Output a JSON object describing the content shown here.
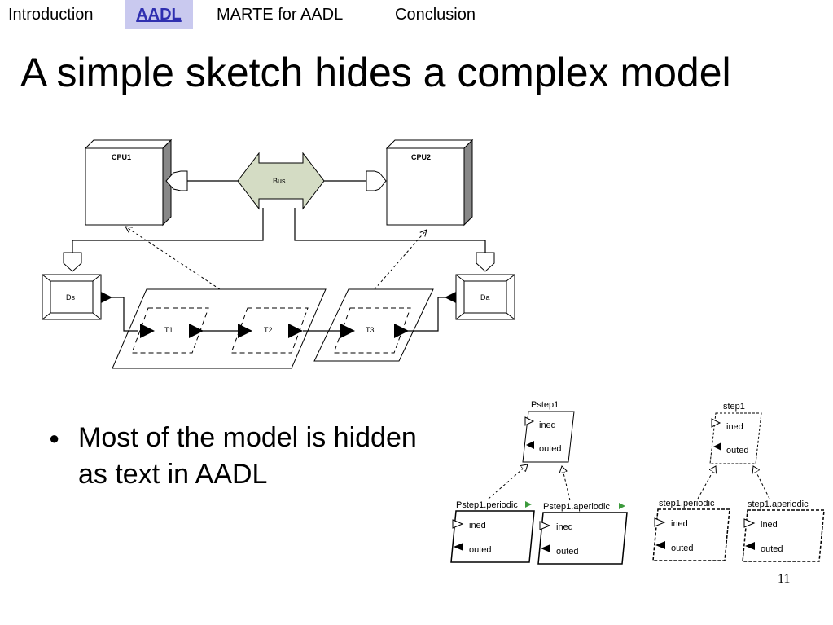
{
  "nav": {
    "items": [
      {
        "label": "Introduction"
      },
      {
        "label": "AADL"
      },
      {
        "label": "MARTE for AADL"
      },
      {
        "label": "Conclusion"
      }
    ],
    "active_index": 1
  },
  "slide": {
    "title": "A simple sketch hides a complex model",
    "bullet": "Most of the model is hidden as text in AADL",
    "page_number": "11"
  },
  "diagram": {
    "cpu1": "CPU1",
    "cpu2": "CPU2",
    "bus": "Bus",
    "ds": "Ds",
    "da": "Da",
    "t1": "T1",
    "t2": "T2",
    "t3": "T3"
  },
  "tree_left": {
    "root": "Pstep1",
    "child_a": "Pstep1.periodic",
    "child_b": "Pstep1.aperiodic",
    "in_port": "ined",
    "out_port": "outed"
  },
  "tree_right": {
    "root": "step1",
    "child_a": "step1.periodic",
    "child_b": "step1.aperiodic",
    "in_port": "ined",
    "out_port": "outed"
  },
  "colors": {
    "nav_active_bg": "#c9c9ef",
    "nav_active_text": "#2f2fb0",
    "bus_fill": "#d4dcc4",
    "port_marker_green": "#3c9a3c"
  }
}
